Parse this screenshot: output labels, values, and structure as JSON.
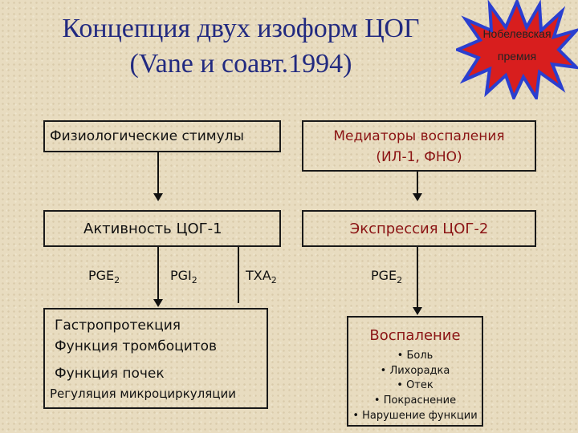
{
  "title": {
    "line1": "Концепция двух изоформ ЦОГ",
    "line2": "(Vane и соавт.1994)"
  },
  "badge": {
    "line1": "Нобелевская",
    "line2": "премия",
    "colors": {
      "outer": "#2a3fd0",
      "inner": "#d81e1e",
      "text": "#222222"
    }
  },
  "left": {
    "stimuli": "Физиологические стимулы",
    "activity": "Активность ЦОГ-1",
    "products": [
      {
        "name": "PGE",
        "sub": "2"
      },
      {
        "name": "PGI",
        "sub": "2"
      },
      {
        "name": "TXA",
        "sub": "2"
      }
    ],
    "effects": [
      "Гастропротекция",
      "Функция тромбоцитов",
      "Функция почек",
      "Регуляция микроциркуляции"
    ]
  },
  "right": {
    "mediators_line1": "Медиаторы воспаления",
    "mediators_line2": "(ИЛ-1, ФНО)",
    "expression": "Экспрессия ЦОГ-2",
    "product": {
      "name": "PGE",
      "sub": "2"
    },
    "inflammation": "Воспаление",
    "symptoms": [
      "• Боль",
      "• Лихорадка",
      "• Отек",
      "• Покраснение",
      "• Нарушение функции"
    ]
  },
  "colors": {
    "title": "#222a80",
    "accent_red": "#8b1414",
    "background": "#e8dcc0"
  }
}
